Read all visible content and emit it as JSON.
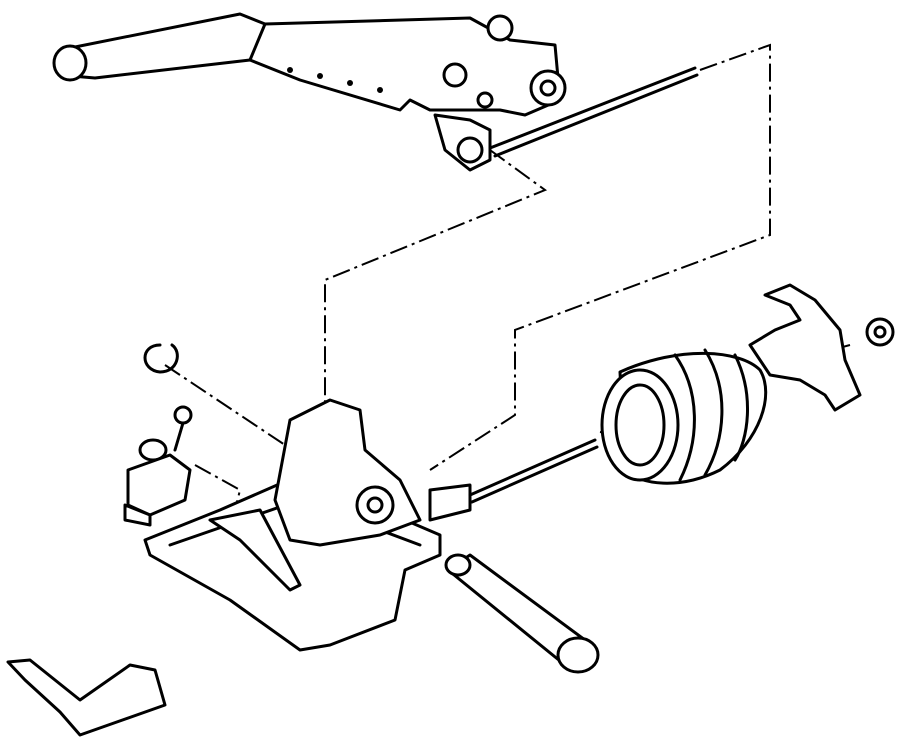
{
  "diagram": {
    "type": "exploded-parts-view",
    "colors": {
      "line": "#000000",
      "background": "#ffffff"
    },
    "parts": [
      "handbrake-lever",
      "brake-cable-rod",
      "lever-bracket-base",
      "rubber-boot",
      "retaining-clip-plate",
      "nut",
      "circlip",
      "warning-switch",
      "screw",
      "pivot-pin",
      "cover-plate"
    ]
  }
}
